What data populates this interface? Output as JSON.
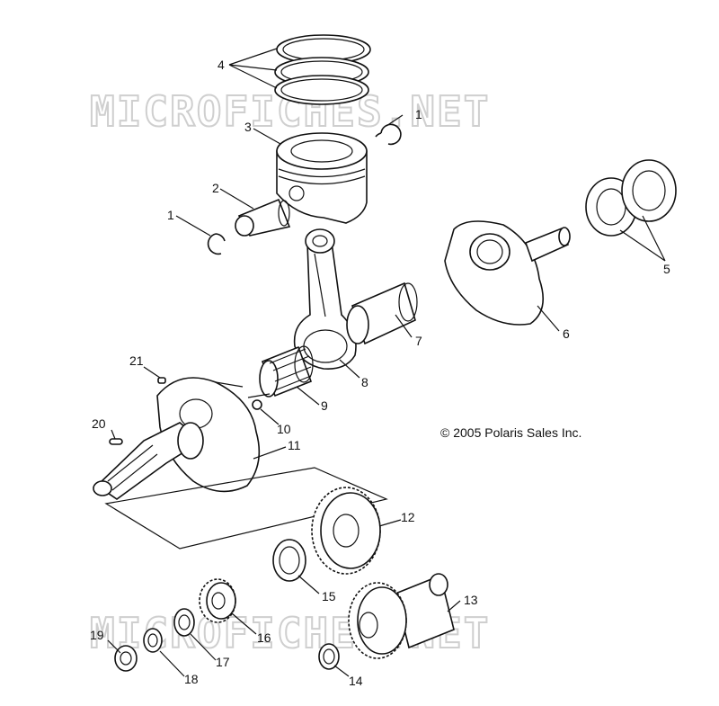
{
  "diagram": {
    "copyright": "© 2005 Polaris Sales Inc.",
    "watermark": "MICROFICHES.NET",
    "callouts": [
      "1",
      "2",
      "3",
      "4",
      "5",
      "6",
      "7",
      "8",
      "9",
      "10",
      "11",
      "12",
      "13",
      "14",
      "15",
      "16",
      "17",
      "18",
      "19",
      "20",
      "21"
    ],
    "second_one": "1"
  }
}
